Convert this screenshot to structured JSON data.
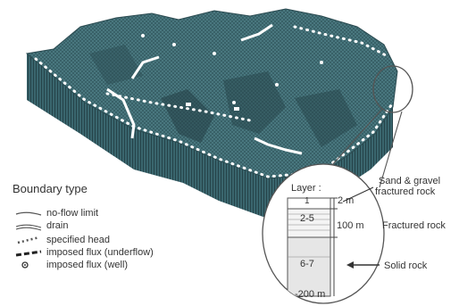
{
  "legend": {
    "title": "Boundary type",
    "items": [
      {
        "label": "no-flow limit",
        "symbol": "thin-line"
      },
      {
        "label": "drain",
        "symbol": "double-line"
      },
      {
        "label": "specified head",
        "symbol": "dotted-arrow"
      },
      {
        "label": "imposed flux (underflow)",
        "symbol": "thick-dashed"
      },
      {
        "label": "imposed flux (well)",
        "symbol": "circle-dot"
      }
    ]
  },
  "inset": {
    "layer_title": "Layer :",
    "layer_top": "1",
    "layer_mid": "2-5",
    "layer_bottom": "6-7",
    "depth_top": "2 m",
    "depth_mid": "100 m",
    "depth_bottom": "-200 m",
    "desc_top": "Sand & gravel",
    "desc_top2": "fractured rock",
    "desc_mid": "Fractured rock",
    "desc_bottom": "Solid rock"
  },
  "colors": {
    "mesh": "#3f6f78",
    "mesh_light": "#5f8a92",
    "mesh_dark": "#233f45",
    "boundary": "#ffffff",
    "outline": "#555555"
  }
}
